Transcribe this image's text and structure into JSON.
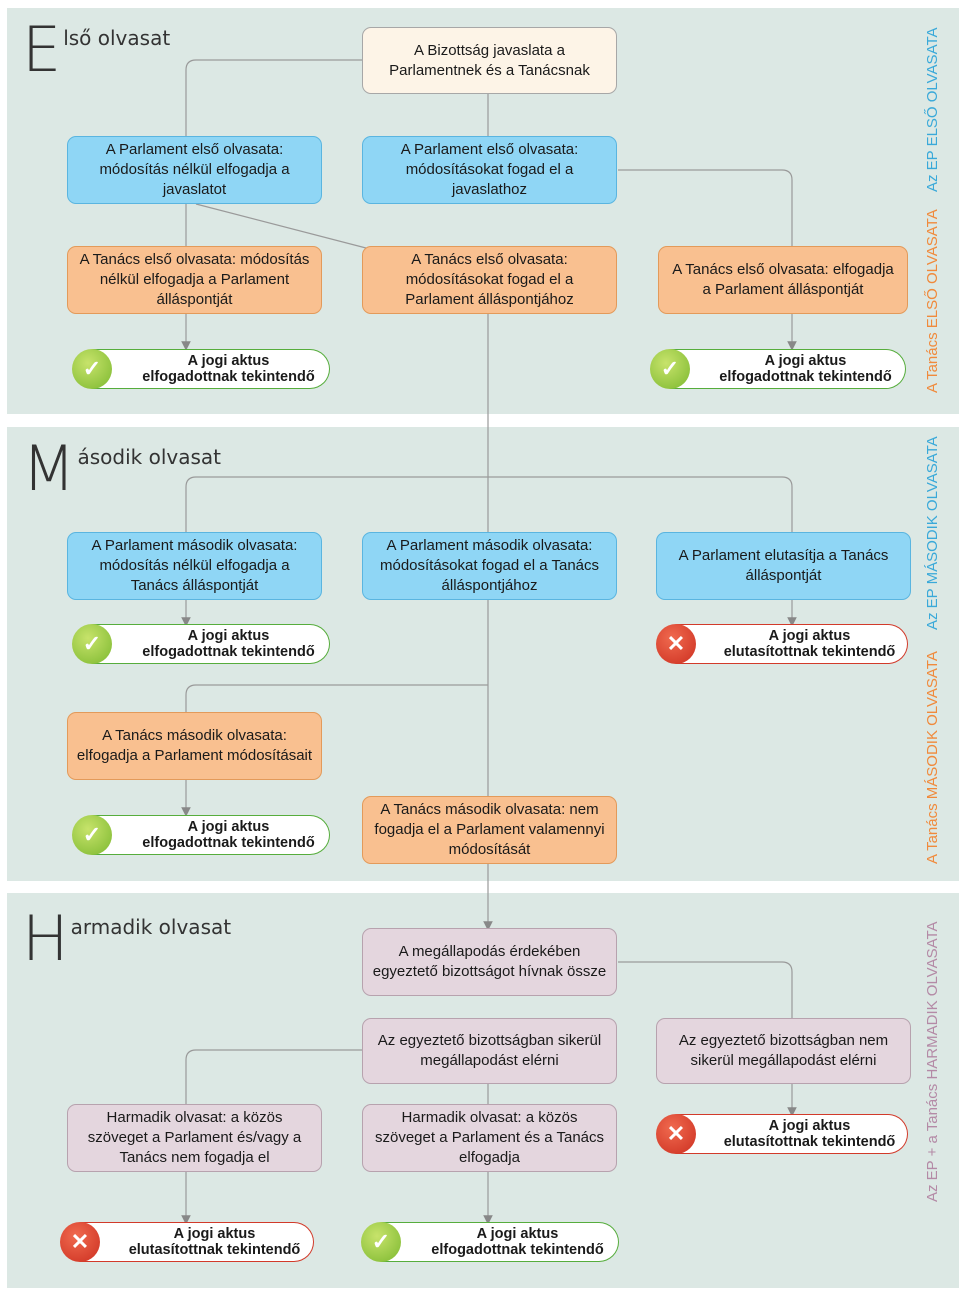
{
  "sections": {
    "first": {
      "initial": "E",
      "rest": "lső olvasat"
    },
    "second": {
      "initial": "M",
      "rest": "ásodik olvasat"
    },
    "third": {
      "initial": "H",
      "rest": "armadik olvasat"
    }
  },
  "side_labels": {
    "ep_first": "Az EP ELSŐ OLVASATA",
    "council_first": "A Tanács ELSŐ OLVASATA",
    "ep_second": "Az EP MÁSODIK OLVASATA",
    "council_second": "A Tanács MÁSODIK OLVASATA",
    "third": "Az EP + a Tanács HARMADIK OLVASATA"
  },
  "boxes": {
    "proposal": "A Bizottság javaslata a Parlamentnek és a Tanácsnak",
    "ep1_no_amend": "A Parlament első olvasata: módosítás nélkül elfogadja a javaslatot",
    "ep1_amend": "A Parlament első olvasata: módosításokat fogad el a javaslathoz",
    "c1_no_amend": "A Tanács első olvasata: módosítás nélkül elfogadja a Parlament álláspontját",
    "c1_amend": "A Tanács első olvasata: módosításokat fogad el a Parlament álláspontjához",
    "c1_accept": "A Tanács első olvasata: elfogadja a Parlament álláspontját",
    "ep2_no_amend": "A Parlament második olvasata: módosítás nélkül elfogadja a Tanács álláspontját",
    "ep2_amend": "A Parlament második olvasata: módosításokat fogad el a Tanács álláspontjához",
    "ep2_reject": "A Parlament elutasítja a Tanács álláspontját",
    "c2_accept": "A Tanács második olvasata: elfogadja a Parlament módosításait",
    "c2_reject": "A Tanács második olvasata: nem fogadja el a Parlament valamennyi módosítását",
    "conciliation": "A megállapodás érdekében egyeztető bizottságot hívnak össze",
    "conc_success": "Az egyeztető bizottságban sikerül megállapodást elérni",
    "conc_fail": "Az egyeztető bizottságban nem sikerül megállapodást elérni",
    "third_reject": "Harmadik olvasat: a közös szöveget a Parlament és/vagy a Tanács nem fogadja el",
    "third_accept": "Harmadik olvasat: a közös szöveget a Parlament és a Tanács elfogadja"
  },
  "results": {
    "line1": "A jogi aktus",
    "adopted": "elfogadottnak tekintendő",
    "rejected": "elutasítottnak tekintendő",
    "ok_symbol": "✓",
    "no_symbol": "✕"
  },
  "colors": {
    "section_bg": "#dce8e4",
    "ep_blue": "#8fd6f5",
    "council_orange": "#f9c090",
    "conciliation_pink": "#e4d6de",
    "ep_label": "#3aa9d9",
    "council_label": "#f08a3c",
    "third_label": "#b48aa6"
  }
}
